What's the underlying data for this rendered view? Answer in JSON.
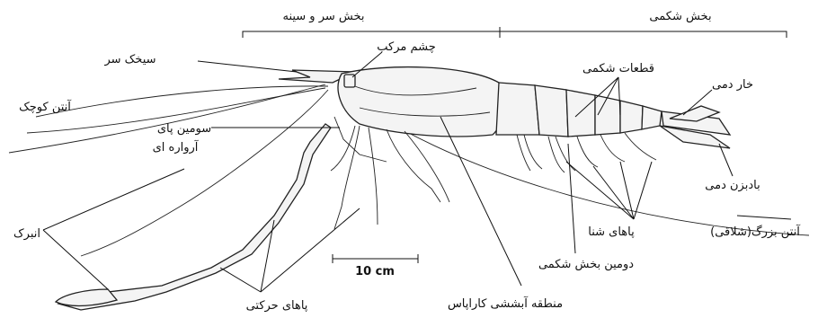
{
  "labels": {
    "head_thorax": "بخش سر و سینه",
    "abdomen": "بخش شکمی",
    "compound_eye": "چشم مرکب",
    "rostrum": "سیخک سر",
    "small_antenna": "آنتن کوچک",
    "third_maxilliped_line1": "سومین پای",
    "third_maxilliped_line2": "آرواره ای",
    "abdominal_segments": "قطعات شکمی",
    "telson": "خار دمی",
    "uropod": "بادبزن دمی",
    "large_antenna": "آنتن بزرگ(شلاقی)",
    "swimmerets": "پاهای شنا",
    "second_abdominal_segment": "دومین بخش شکمی",
    "chela": "انبرک",
    "walking_legs": "پاهای حرکتی",
    "gill_region": "منطقه آبششی کاراپاس"
  },
  "scale_bar": "10 cm"
}
